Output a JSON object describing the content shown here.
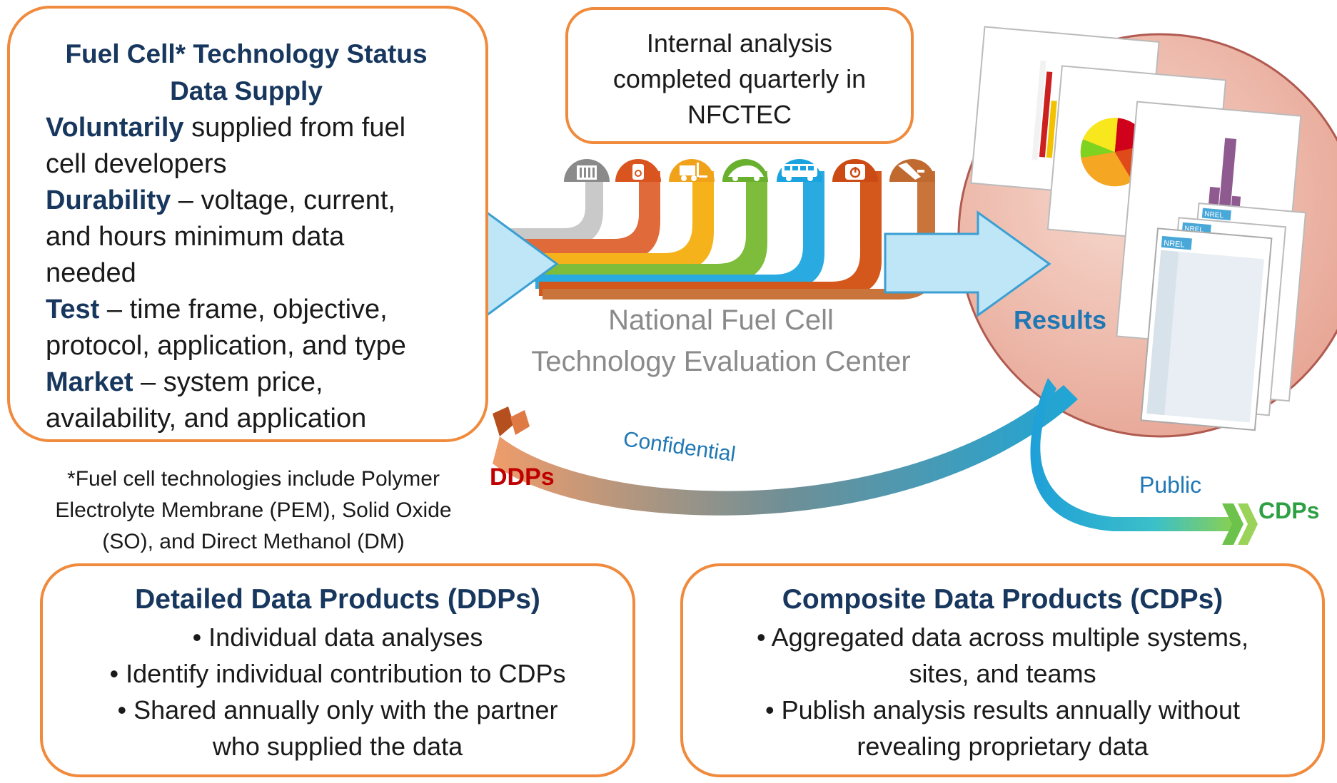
{
  "supply": {
    "title_line1": "Fuel Cell* Technology Status",
    "title_line2": "Data Supply",
    "rows": [
      {
        "bold": "Voluntarily",
        "text_1": " supplied from fuel",
        "text_2": "cell developers"
      },
      {
        "bold": "Durability",
        "text_1": " – voltage, current,",
        "text_2": "and hours minimum data",
        "text_3": "needed"
      },
      {
        "bold": "Test",
        "text_1": " – time frame, objective,",
        "text_2": "protocol, application, and type"
      },
      {
        "bold": "Market",
        "text_1": " – system price,",
        "text_2": "availability, and application"
      }
    ]
  },
  "footnote": {
    "line1": "*Fuel cell technologies include Polymer",
    "line2": "Electrolyte Membrane (PEM), Solid Oxide",
    "line3": "(SO), and Direct Methanol (DM)"
  },
  "internal": {
    "line1": "Internal analysis",
    "line2": "completed quarterly in",
    "line3": "NFCTEC"
  },
  "center": {
    "line1": "National Fuel Cell",
    "line2": "Technology Evaluation Center"
  },
  "labels": {
    "results": "Results",
    "confidential": "Confidential",
    "public": "Public",
    "ddps": "DDPs",
    "cdps": "CDPs",
    "nrel": "NREL"
  },
  "ddp_box": {
    "title": "Detailed Data Products (DDPs)",
    "item1": "• Individual data analyses",
    "item2": "• Identify individual contribution to CDPs",
    "item3_line1": "• Shared annually only with the partner",
    "item3_line2": "who supplied the data"
  },
  "cdp_box": {
    "title": "Composite Data Products (CDPs)",
    "item1_line1": "• Aggregated data across multiple systems,",
    "item1_line2": "sites, and teams",
    "item2_line1": "• Publish analysis results annually without",
    "item2_line2": "revealing proprietary data"
  },
  "icons": [
    "stationary-icon",
    "backup-power-icon",
    "forklift-icon",
    "car-icon",
    "bus-icon",
    "portable-power-icon",
    "fueling-icon"
  ],
  "colors": {
    "box_border": "#f08a3c",
    "title_navy": "#17375e",
    "ddps_red": "#c00000",
    "cdps_green": "#2ea043",
    "accent_blue": "#1f77b4",
    "arrow_fill": "#bfe6f7"
  }
}
